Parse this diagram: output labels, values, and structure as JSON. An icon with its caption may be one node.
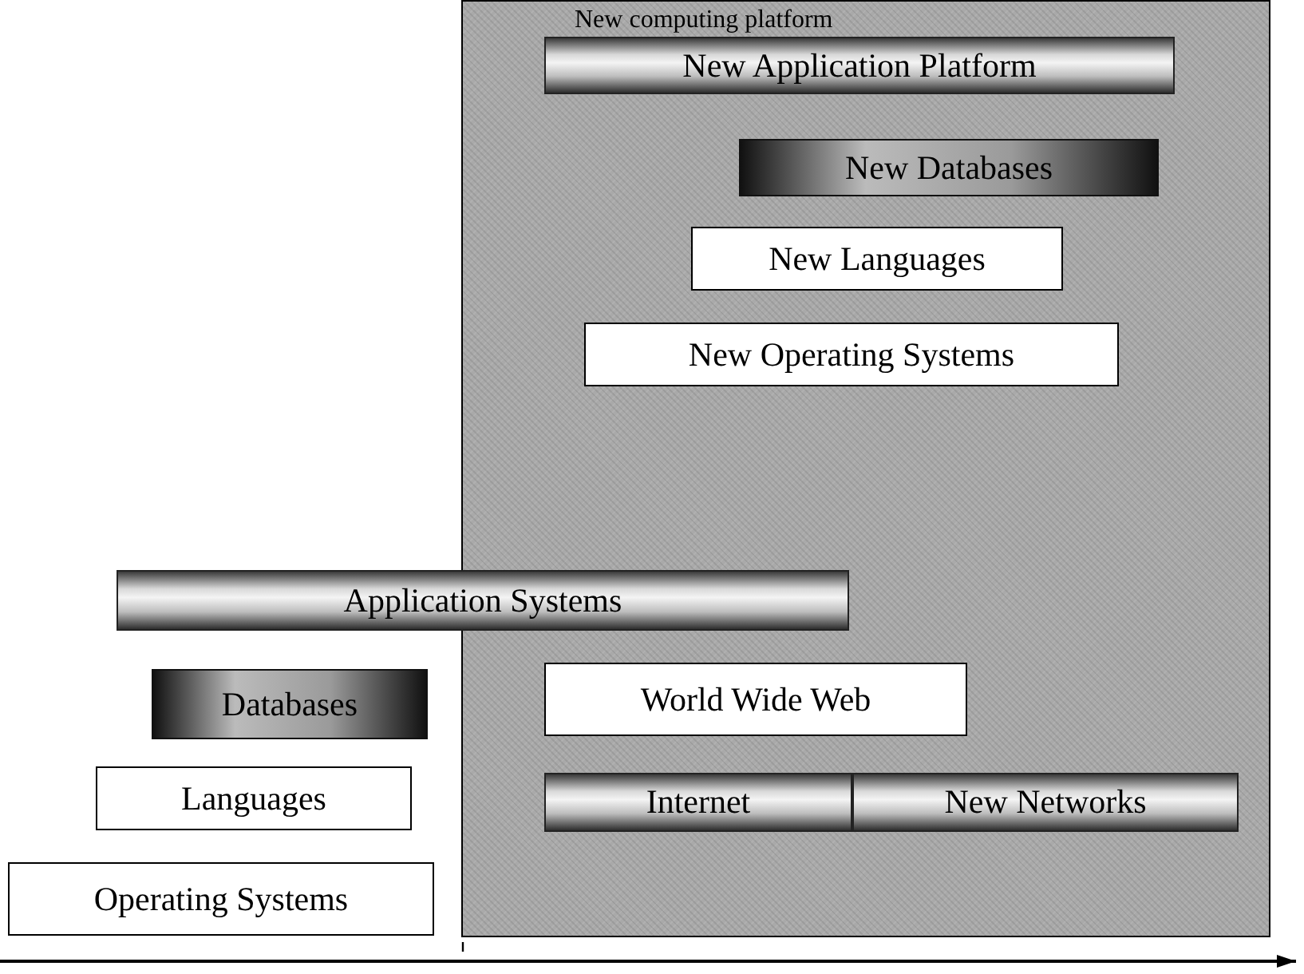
{
  "diagram": {
    "nodes": [
      {
        "text": [
          "New computing platform"
        ]
      },
      {
        "text": [
          "New Application Platform"
        ],
        "in": 0
      },
      {
        "text": [
          "New Databases"
        ],
        "in": 0
      },
      {
        "text": [
          "New Languages"
        ],
        "in": 0
      },
      {
        "text": [
          "New Operating Systems"
        ],
        "in": 0
      },
      {
        "text": [
          "Application Systems"
        ]
      },
      {
        "text": [
          "World Wide Web"
        ],
        "in": 0
      },
      {
        "text": [
          "Databases"
        ]
      },
      {
        "text": [
          "Languages"
        ]
      },
      {
        "text": [
          "Internet"
        ],
        "in": 0
      },
      {
        "text": [
          "New Networks"
        ],
        "in": 0
      },
      {
        "text": [
          "Operating Systems"
        ]
      }
    ]
  }
}
